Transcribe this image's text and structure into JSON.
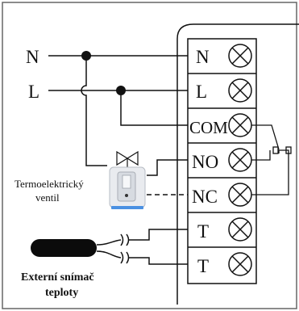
{
  "diagram": {
    "terminals": [
      {
        "id": "n",
        "label": "N"
      },
      {
        "id": "l",
        "label": "L"
      },
      {
        "id": "com",
        "label": "COM"
      },
      {
        "id": "no",
        "label": "NO"
      },
      {
        "id": "nc",
        "label": "NC"
      },
      {
        "id": "t1",
        "label": "T"
      },
      {
        "id": "t2",
        "label": "T"
      }
    ],
    "supply": {
      "n_label": "N",
      "l_label": "L"
    },
    "valve": {
      "line1": "Termoelektrický",
      "line2": "ventil"
    },
    "sensor": {
      "line1": "Externí snímač",
      "line2": "teploty"
    }
  },
  "colors": {
    "line": "#111111",
    "valve_body": "#e8eaee",
    "valve_accent": "#4a90e2"
  }
}
